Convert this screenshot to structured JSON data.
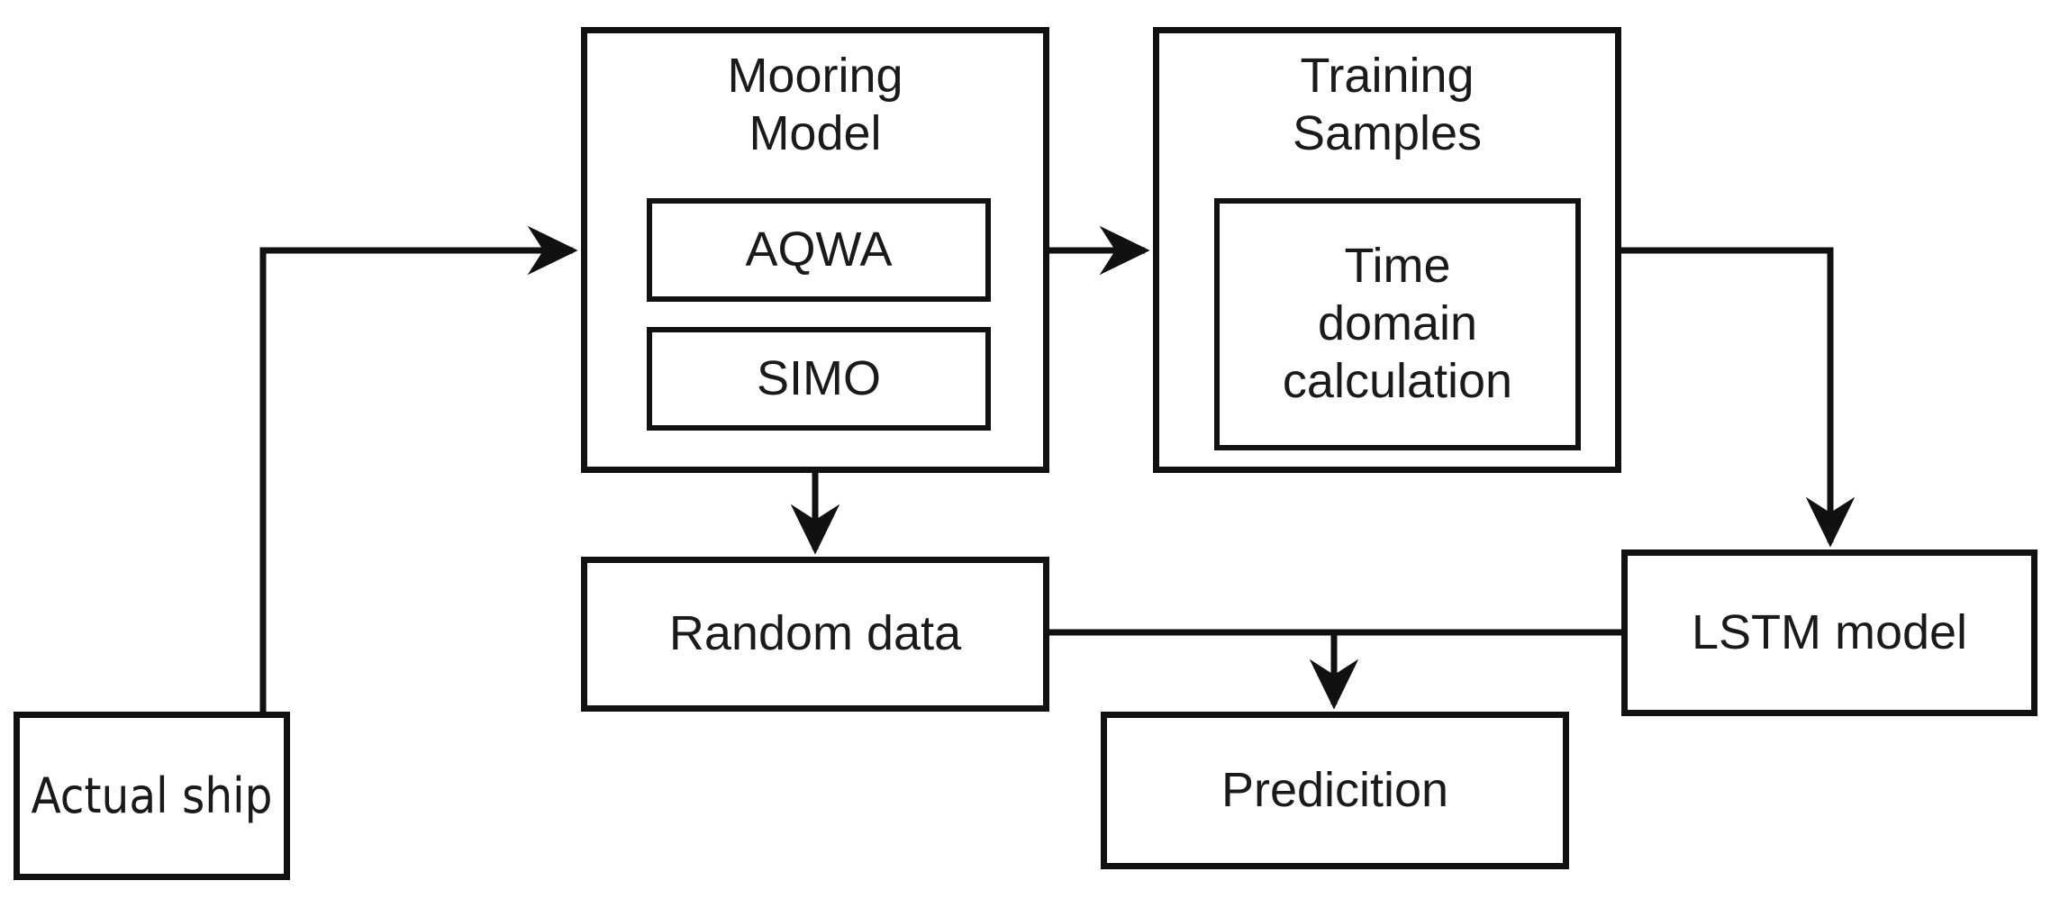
{
  "diagram": {
    "title": "Mooring model to LSTM prediction workflow",
    "background_color": "#ffffff",
    "stroke_color": "#111111",
    "text_color": "#1a1a1a"
  },
  "nodes": {
    "mooring_model": {
      "label": "Mooring\nModel",
      "children": {
        "aqwa": {
          "label": "AQWA"
        },
        "simo": {
          "label": "SIMO"
        }
      }
    },
    "training_samples": {
      "label": "Training\nSamples",
      "children": {
        "time_domain": {
          "label": "Time\ndomain\ncalculation"
        }
      }
    },
    "random_data": {
      "label": "Random data"
    },
    "lstm_model": {
      "label": "LSTM model"
    },
    "predicition": {
      "label": "Predicition"
    },
    "actual_ship": {
      "label": "Actual ship"
    }
  },
  "edges": [
    {
      "name": "actual-ship-to-mooring-model",
      "from": "actual_ship",
      "to": "mooring_model",
      "arrow": true
    },
    {
      "name": "mooring-model-to-training-samples",
      "from": "mooring_model",
      "to": "training_samples",
      "arrow": true
    },
    {
      "name": "mooring-model-to-random-data",
      "from": "mooring_model",
      "to": "random_data",
      "arrow": true
    },
    {
      "name": "training-samples-to-lstm-model",
      "from": "training_samples",
      "to": "lstm_model",
      "arrow": true
    },
    {
      "name": "random-data-to-lstm-model",
      "from": "random_data",
      "to": "lstm_model",
      "arrow": false
    },
    {
      "name": "random-data-to-predicition",
      "from": "random_data",
      "to": "predicition",
      "arrow": true
    }
  ]
}
